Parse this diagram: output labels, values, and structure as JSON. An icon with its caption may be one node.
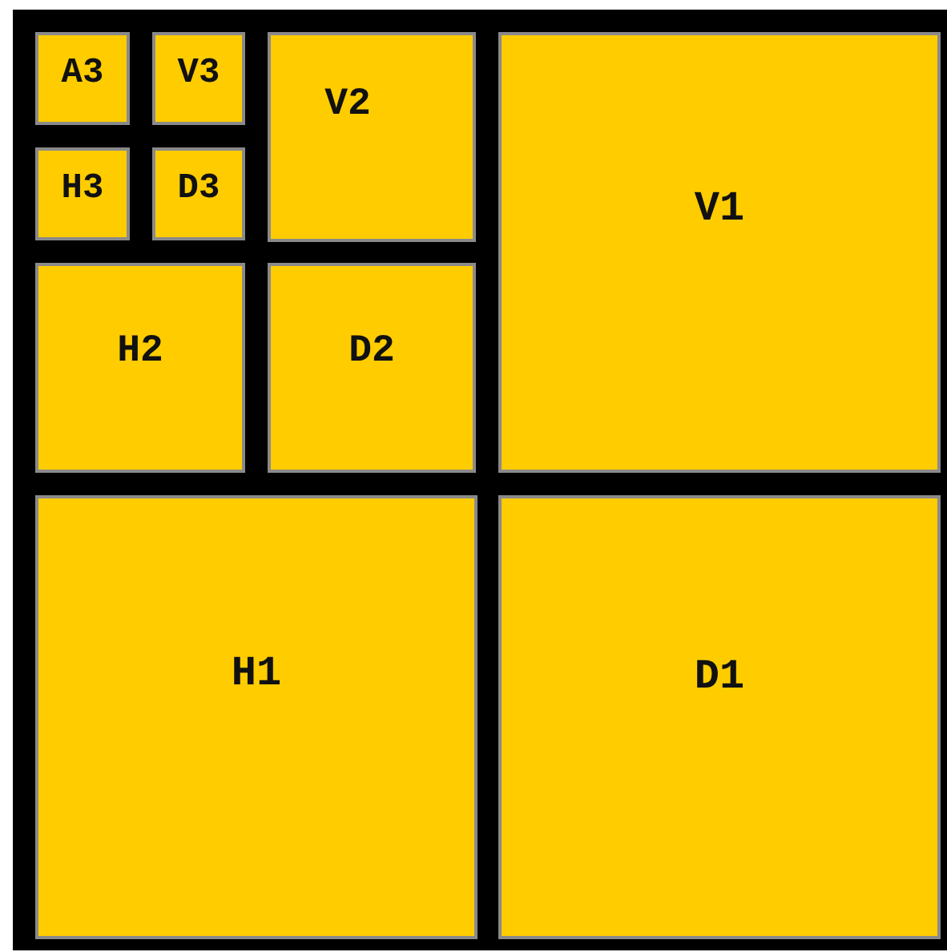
{
  "diagram": {
    "nodes": [
      {
        "text": [
          "A3"
        ]
      },
      {
        "text": [
          "V3"
        ]
      },
      {
        "text": [
          "H3"
        ]
      },
      {
        "text": [
          "D3"
        ]
      },
      {
        "text": [
          "V2"
        ]
      },
      {
        "text": [
          "H2"
        ]
      },
      {
        "text": [
          "D2"
        ]
      },
      {
        "text": [
          "V1"
        ]
      },
      {
        "text": [
          "H1"
        ]
      },
      {
        "text": [
          "D1"
        ]
      }
    ]
  }
}
